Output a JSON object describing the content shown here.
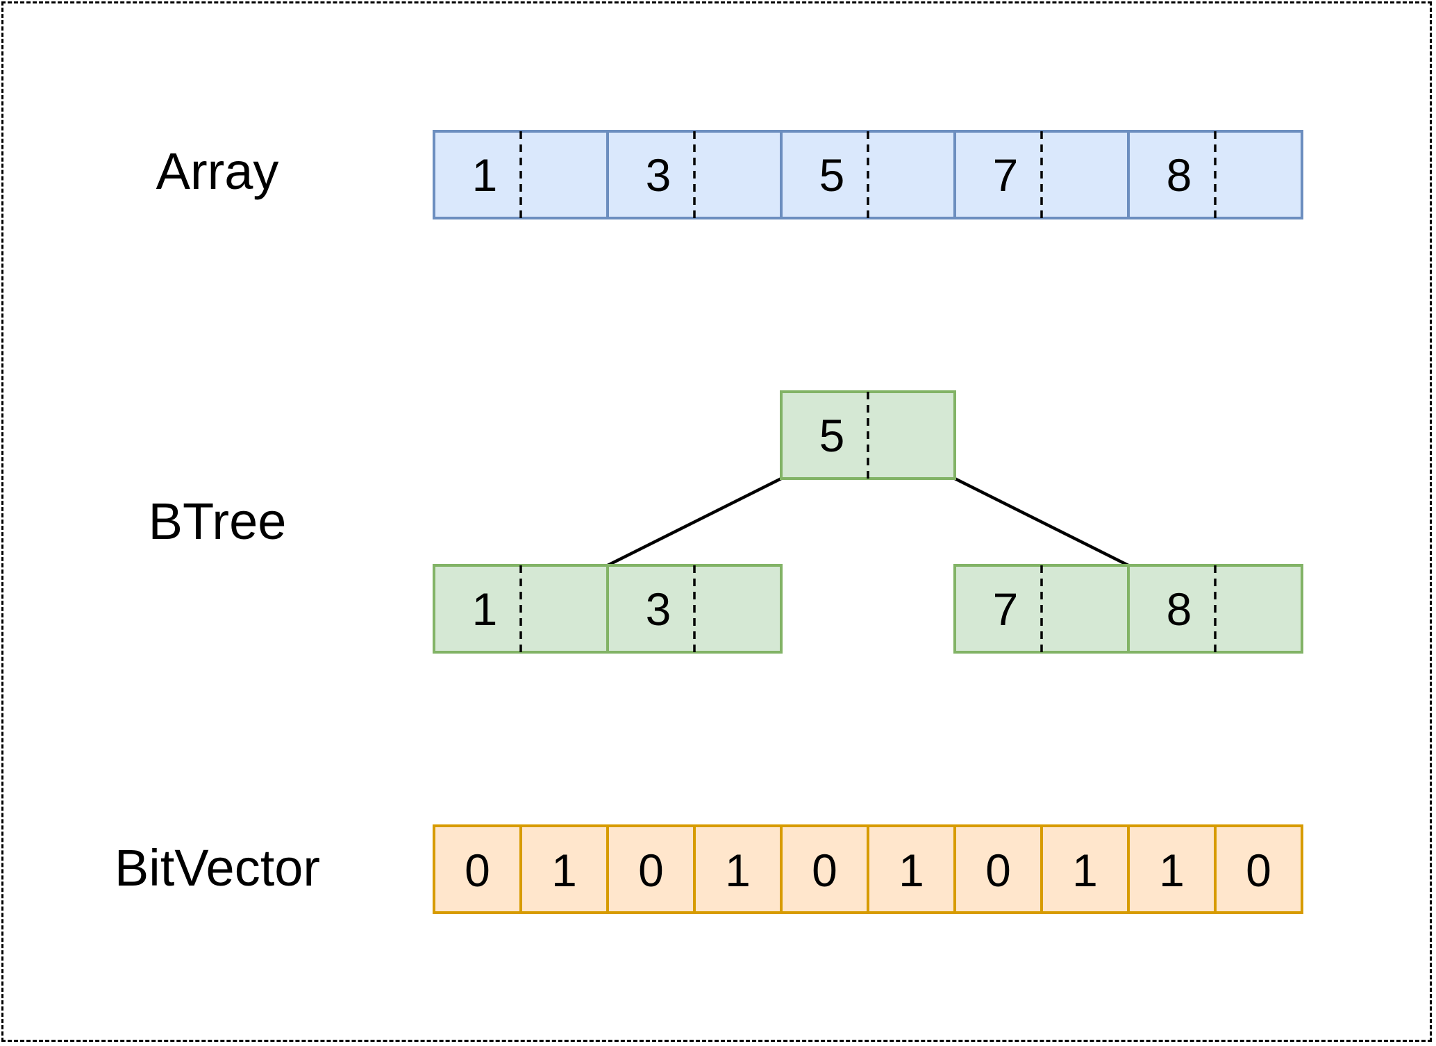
{
  "colors": {
    "array_fill": "#dae8fc",
    "array_stroke": "#6c8ebf",
    "btree_fill": "#d5e8d4",
    "btree_stroke": "#82b366",
    "bitvector_fill": "#ffe6cc",
    "bitvector_stroke": "#d79b00"
  },
  "rows": {
    "array": {
      "label": "Array",
      "keys": [
        "1",
        "3",
        "5",
        "7",
        "8"
      ]
    },
    "btree": {
      "label": "BTree",
      "root_keys": [
        "5"
      ],
      "left_keys": [
        "1",
        "3"
      ],
      "right_keys": [
        "7",
        "8"
      ]
    },
    "bitvector": {
      "label": "BitVector",
      "bits": [
        "0",
        "1",
        "0",
        "1",
        "0",
        "1",
        "0",
        "1",
        "1",
        "0"
      ]
    }
  }
}
